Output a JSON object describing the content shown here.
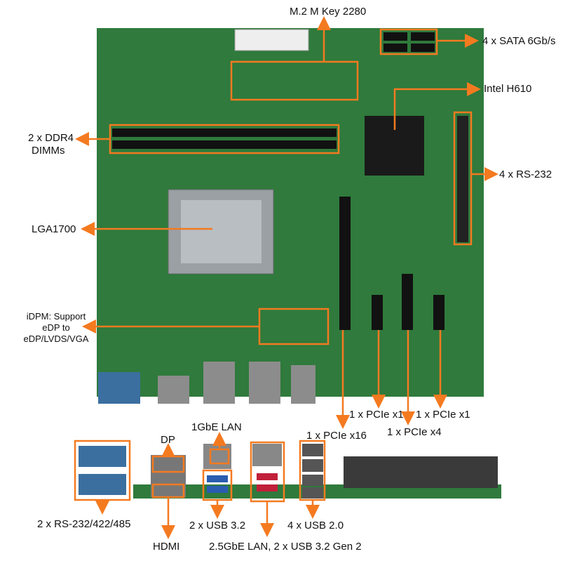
{
  "accent": "#f47a20",
  "board_color": "#2f7a3c",
  "callouts": {
    "m2": "M.2 M Key 2280",
    "sata": "4 x SATA 6Gb/s",
    "chipset": "Intel H610",
    "ddr4_line1": "2 x DDR4",
    "ddr4_line2": "DIMMs",
    "rs232": "4 x RS-232",
    "socket": "LGA1700",
    "idpm_line1": "iDPM: Support",
    "idpm_line2": "eDP to",
    "idpm_line3": "eDP/LVDS/VGA",
    "pcie_x16": "1 x PCIe x16",
    "pcie_x1_a": "1 x PCIe x1",
    "pcie_x4": "1 x PCIe x4",
    "pcie_x1_b": "1 x PCIe x1",
    "com_rear": "2 x RS-232/422/485",
    "dp": "DP",
    "hdmi": "HDMI",
    "lan1g": "1GbE LAN",
    "usb32": "2 x USB 3.2",
    "lan25g": "2.5GbE LAN, 2 x USB 3.2 Gen 2",
    "usb20": "4 x USB 2.0"
  }
}
